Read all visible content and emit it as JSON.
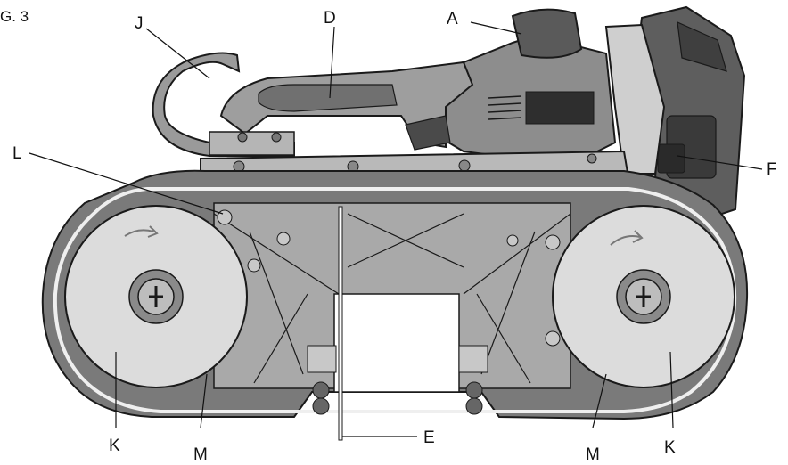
{
  "figure": {
    "caption": "G. 3"
  },
  "labels": {
    "A": "A",
    "D": "D",
    "J": "J",
    "L": "L",
    "F": "F",
    "E": "E",
    "K_left": "K",
    "K_right": "K",
    "M_left": "M",
    "M_right": "M"
  },
  "colors": {
    "body_dark": "#6e6e6e",
    "body_mid": "#9a9a9a",
    "body_light": "#c9c9c9",
    "wheel": "#d8d8d8",
    "outline": "#1a1a1a"
  }
}
